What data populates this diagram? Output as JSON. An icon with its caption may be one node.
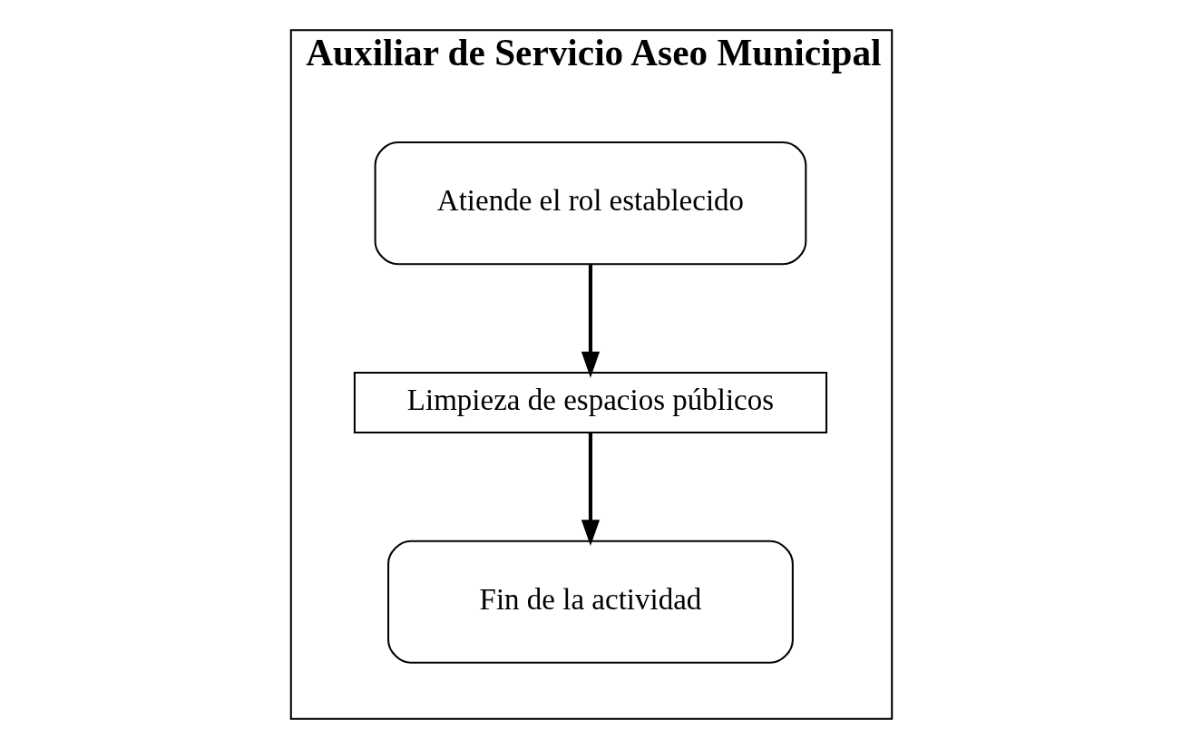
{
  "diagram": {
    "nodes": [
      {
        "text": [
          "Auxiliar de Servicio Aseo Municipal"
        ]
      },
      {
        "text": [
          "Atiende el rol establecido"
        ],
        "in": 0
      },
      {
        "text": [
          "Limpieza de espacios públicos"
        ],
        "in": 0
      },
      {
        "text": [
          "Fin de la actividad"
        ],
        "in": 0
      }
    ],
    "edges": [
      {
        "from": 1,
        "to": 2,
        "arrow": "to"
      },
      {
        "from": 2,
        "to": 3,
        "arrow": "to"
      }
    ]
  }
}
